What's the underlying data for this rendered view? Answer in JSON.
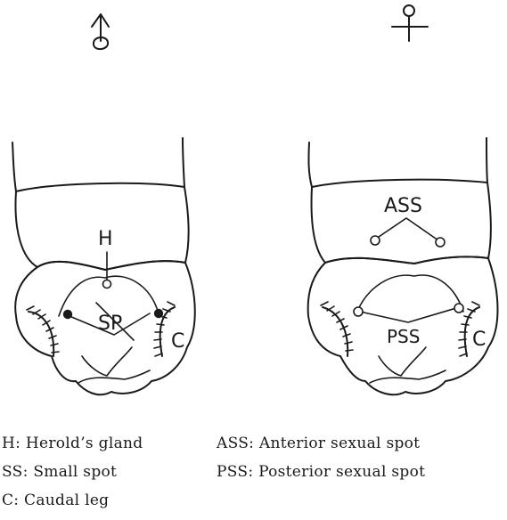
{
  "figure": {
    "male": {
      "symbol": "male-symbol",
      "labels": {
        "gland": "H",
        "spot": "SP",
        "leg": "C"
      }
    },
    "female": {
      "symbol": "female-symbol",
      "labels": {
        "anterior": "ASS",
        "posterior": "PSS",
        "leg": "C"
      }
    }
  },
  "legend": {
    "left": [
      "H: Herold’s gland",
      "SS: Small spot",
      "C: Caudal leg"
    ],
    "right": [
      "ASS: Anterior sexual spot",
      "PSS: Posterior sexual spot"
    ]
  }
}
